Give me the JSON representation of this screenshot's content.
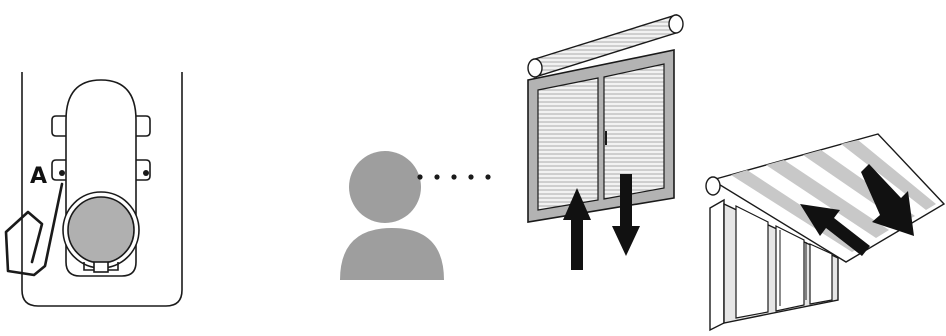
{
  "labels": {
    "point_a": "A"
  },
  "colors": {
    "line": "#1a1a1a",
    "person": "#9e9e9e",
    "shutter_fill": "#e6e6e6",
    "frame_fill": "#b3b3b3",
    "awning_stripe": "#c8c8c8",
    "arrow": "#111111"
  },
  "icons": [
    "remote-device-outline",
    "paperclip-icon",
    "person-icon",
    "roller-shutter-window",
    "awning-illustration",
    "up-arrow-icon",
    "down-arrow-icon"
  ]
}
